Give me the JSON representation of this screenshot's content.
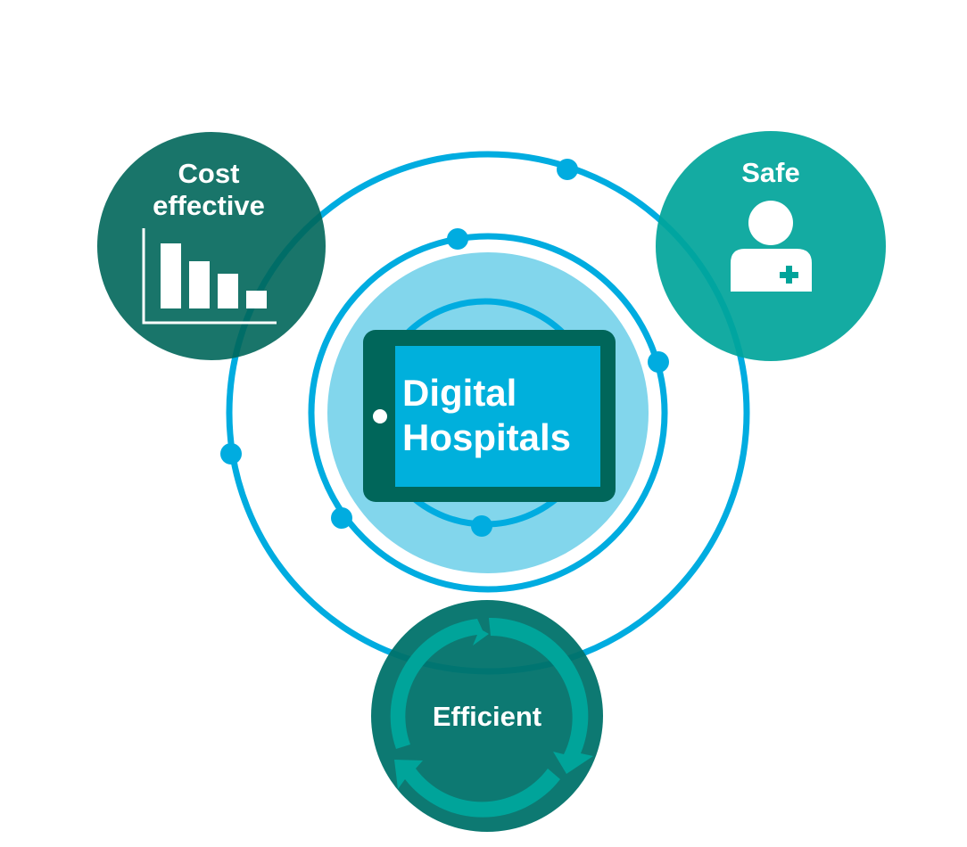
{
  "diagram": {
    "center": {
      "line1": "Digital",
      "line2": "Hospitals",
      "icon": "tablet-icon"
    },
    "nodes": [
      {
        "id": "cost",
        "line1": "Cost",
        "line2": "effective",
        "icon": "bar-chart-icon",
        "color": "#00665a"
      },
      {
        "id": "safe",
        "label": "Safe",
        "icon": "clinician-icon",
        "color": "#00a49a"
      },
      {
        "id": "efficient",
        "label": "Efficient",
        "icon": "cycle-arrows-icon",
        "color": "#00726a"
      }
    ],
    "colors": {
      "orbit": "#00ace0",
      "halo": "#82d6ec",
      "tablet_frame": "#00665a",
      "screen": "#00b0dc",
      "white": "#ffffff"
    }
  }
}
